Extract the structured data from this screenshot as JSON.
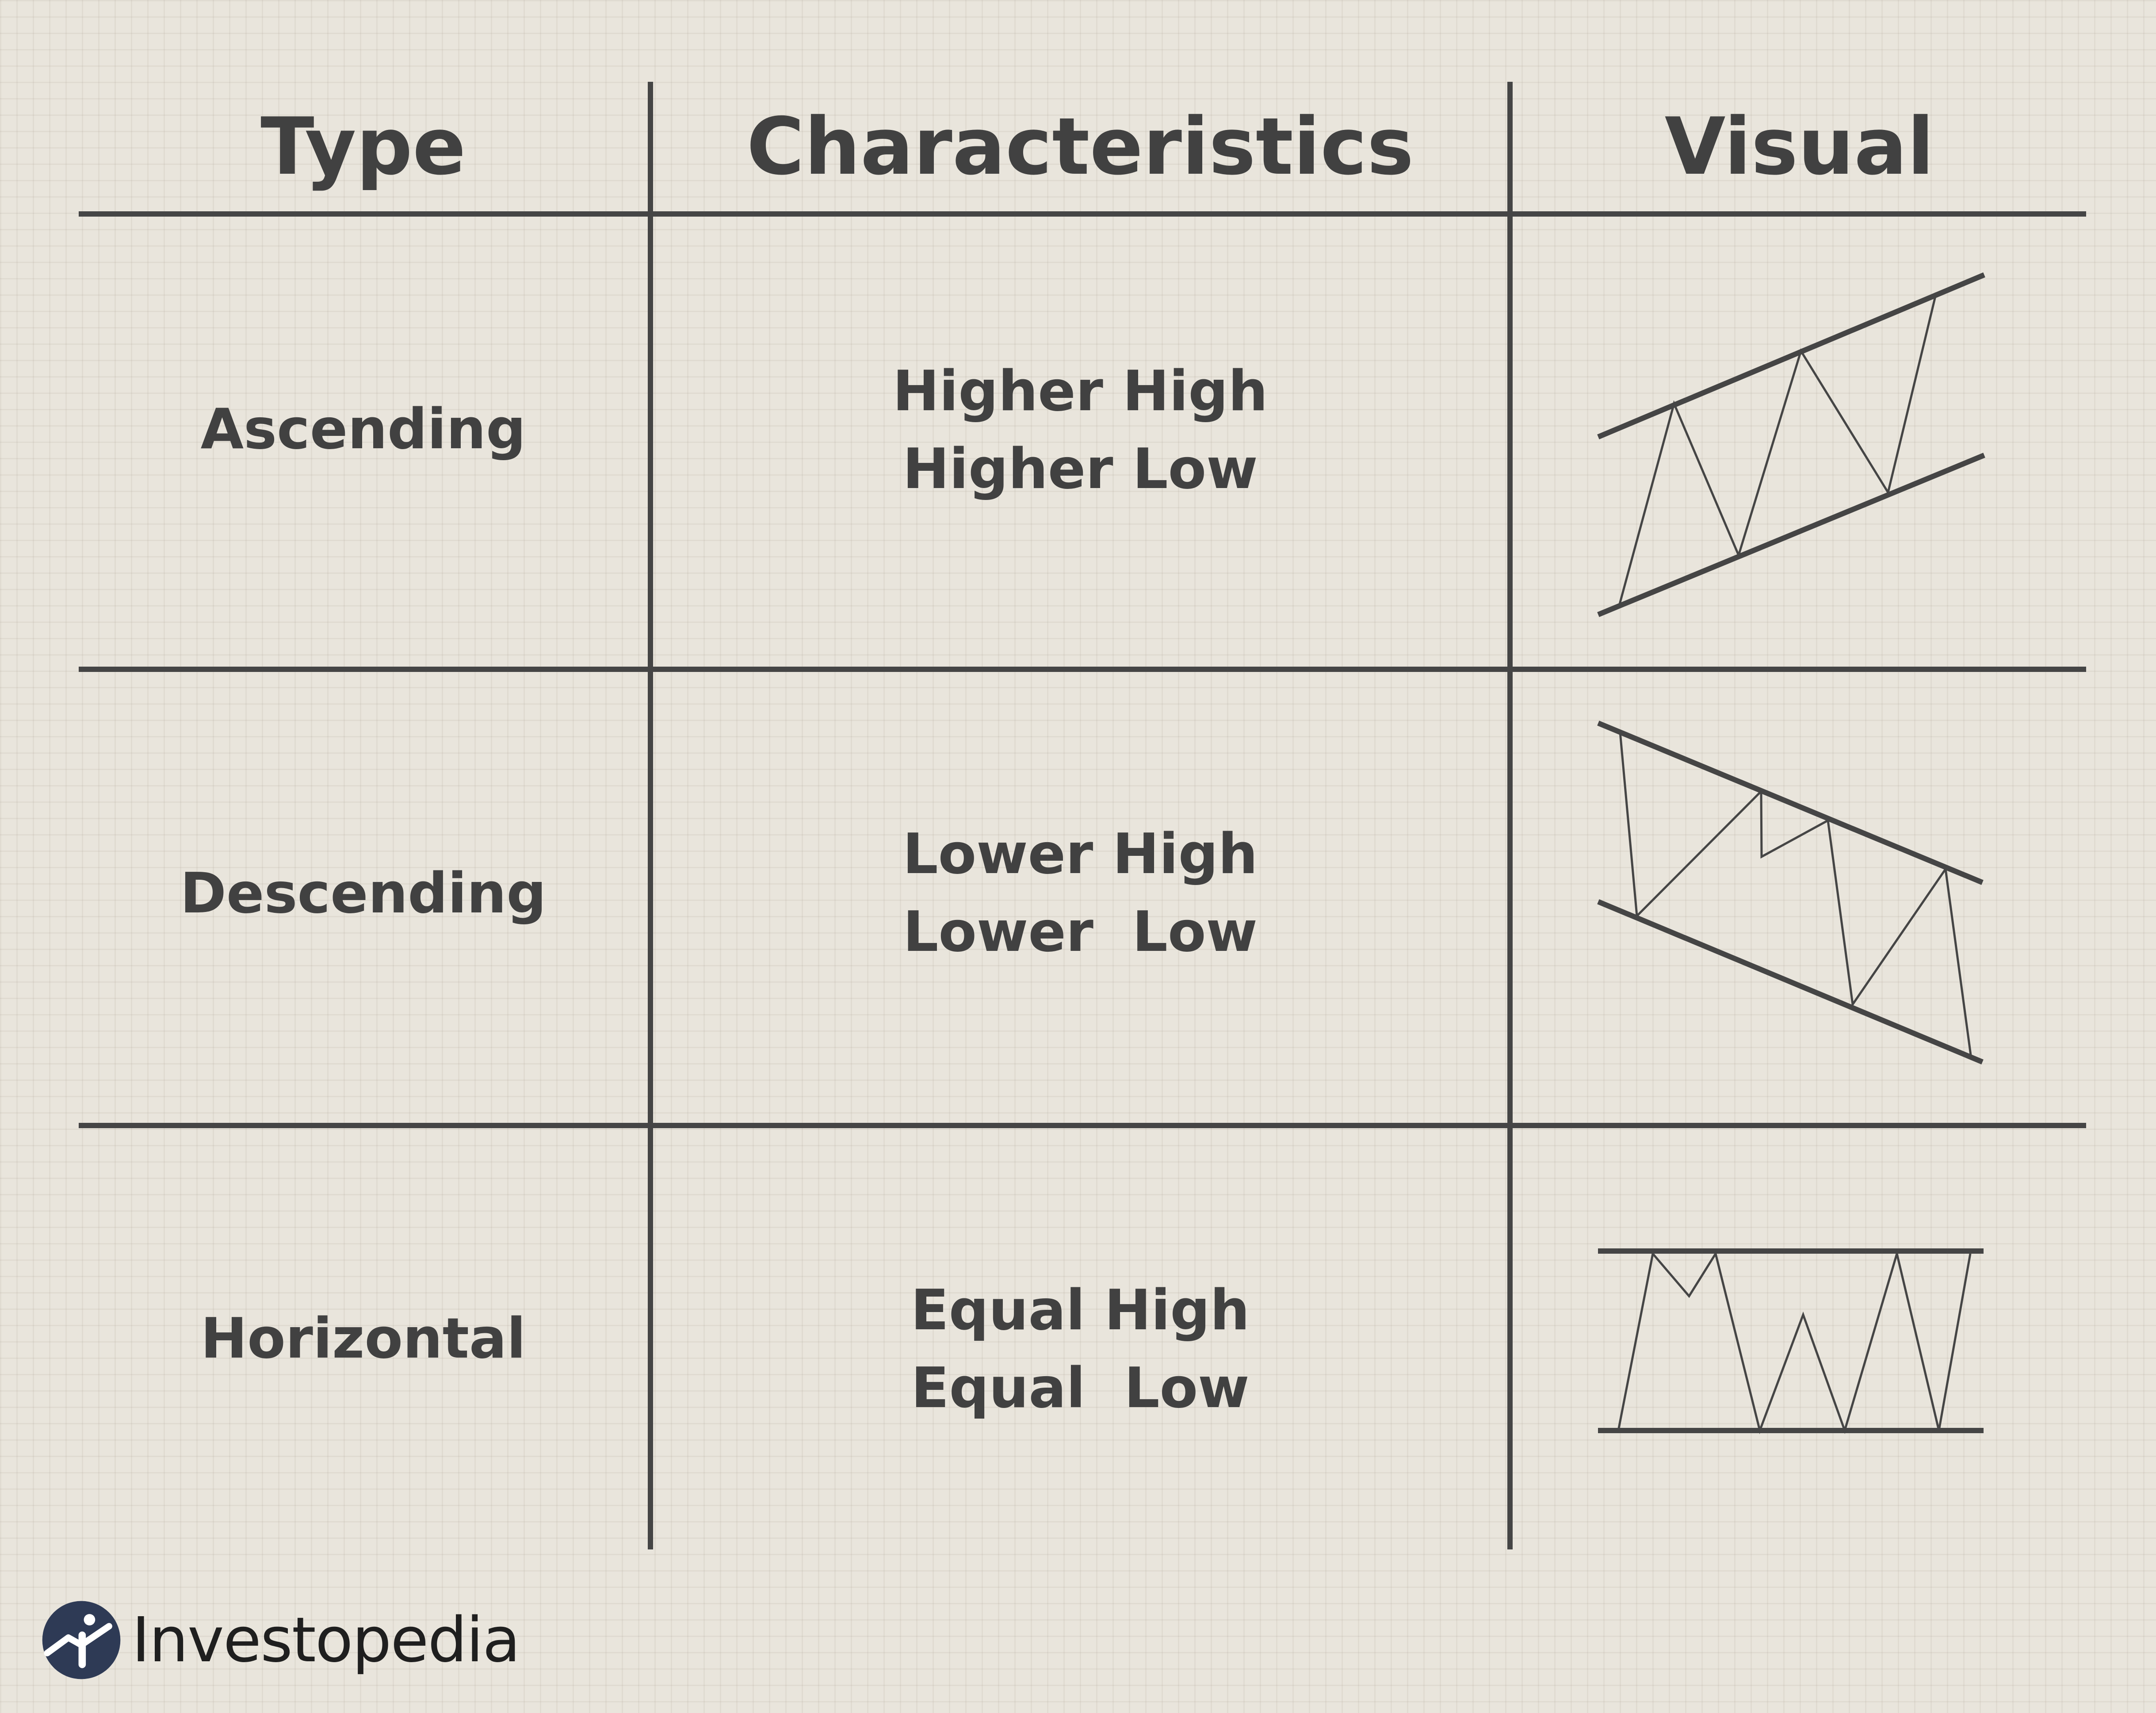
{
  "table": {
    "headers": {
      "type": "Type",
      "characteristics": "Characteristics",
      "visual": "Visual"
    },
    "rows": [
      {
        "type": "Ascending",
        "line1": "Higher High",
        "line2": "Higher Low",
        "visual_icon": "ascending-channel-icon"
      },
      {
        "type": "Descending",
        "line1": "Lower High",
        "line2": "Lower  Low",
        "visual_icon": "descending-channel-icon"
      },
      {
        "type": "Horizontal",
        "line1": "Equal High",
        "line2": "Equal  Low",
        "visual_icon": "horizontal-channel-icon"
      }
    ]
  },
  "brand": {
    "name": "Investopedia",
    "logo_icon": "investopedia-logo-icon",
    "logo_color": "#2e3a55"
  },
  "colors": {
    "background": "#e9e5dc",
    "line": "#454545",
    "text": "#414141"
  }
}
